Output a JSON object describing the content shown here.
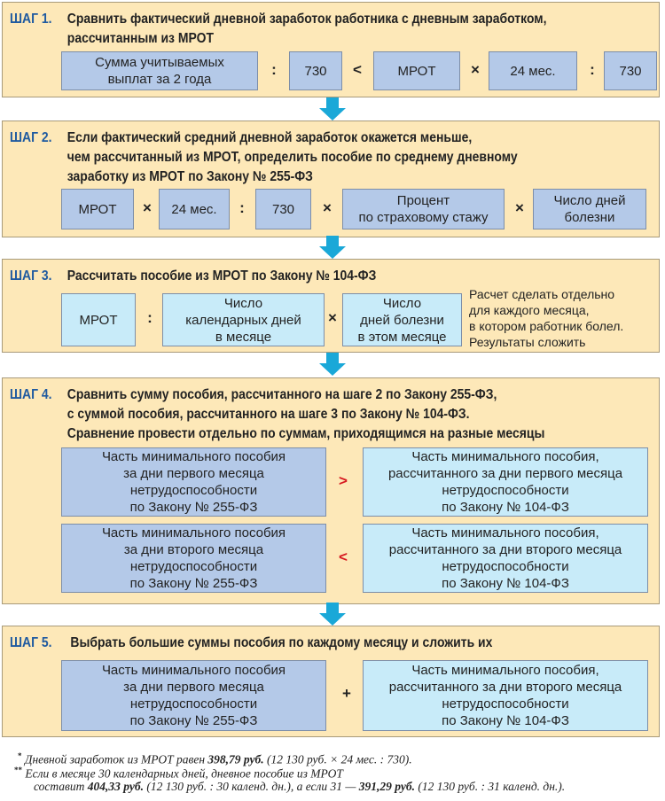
{
  "colors": {
    "background": "#fde8b8",
    "blue_box": "#b4c9e8",
    "cyan_box": "#c8ebf9",
    "step_label": "#1f5aa0",
    "arrow": "#1aa8d8",
    "red_op": "#d71920"
  },
  "steps": [
    {
      "label": "ШАГ 1.",
      "title": "Сравнить фактический дневной заработок работника с дневным заработком,\nрассчитанным из МРОТ",
      "items": [
        "Сумма учитываемых\nвыплат за 2 года",
        ":",
        "730",
        "<",
        "МРОТ",
        "×",
        "24 мес.",
        ":",
        "730"
      ]
    },
    {
      "label": "ШАГ 2.",
      "title": "Если фактический средний дневной заработок окажется меньше,\nчем рассчитанный из МРОТ, определить пособие по среднему дневному\nзаработку из МРОТ по Закону № 255-ФЗ",
      "items": [
        "МРОТ",
        "×",
        "24 мес.",
        ":",
        "730",
        "×",
        "Процент\nпо страховому стажу",
        "×",
        "Число дней\nболезни"
      ]
    },
    {
      "label": "ШАГ 3.",
      "title": "Рассчитать пособие из МРОТ по Закону № 104-ФЗ",
      "items": [
        "МРОТ",
        ":",
        "Число\nкалендарных дней\nв месяце",
        "×",
        "Число\nдней болезни\nв этом месяце"
      ],
      "note": "Расчет сделать отдельно\nдля каждого месяца,\nв котором работник болел.\nРезультаты сложить"
    },
    {
      "label": "ШАГ 4.",
      "title": "Сравнить сумму пособия, рассчитанного на шаге 2 по Закону 255-ФЗ,\nс суммой пособия, рассчитанного на шаге 3 по Закону № 104-ФЗ.\nСравнение провести отдельно по суммам, приходящимся на разные месяцы",
      "items": [
        "Часть минимального пособия\nза дни первого месяца\nнетрудоспособности\nпо Закону № 255-ФЗ",
        ">",
        "Часть минимального пособия,\nрассчитанного за дни первого месяца\nнетрудоспособности\nпо Закону № 104-ФЗ",
        "Часть минимального пособия\nза дни второго месяца\nнетрудоспособности\nпо Закону № 255-ФЗ",
        "<",
        "Часть минимального пособия,\nрассчитанного за дни второго месяца\nнетрудоспособности\nпо Закону № 104-ФЗ"
      ]
    },
    {
      "label": "ШАГ 5.",
      "title": "Выбрать большие суммы пособия по каждому месяцу и сложить их",
      "items": [
        "Часть минимального пособия\nза дни первого месяца\nнетрудоспособности\nпо Закону № 255-ФЗ",
        "+",
        "Часть минимального пособия,\nрассчитанного за дни второго месяца\nнетрудоспособности\nпо Закону № 104-ФЗ"
      ]
    }
  ],
  "footnotes": [
    {
      "mark": "*",
      "a": "Дневной заработок из МРОТ равен ",
      "b": "398,79 руб.",
      "c": " (12 130 руб. × 24 мес.  : 730)."
    },
    {
      "mark": "**",
      "a": "Если в месяце 30 календарных дней, дневное пособие из МРОТ"
    },
    {
      "a": "составит ",
      "b": "404,33 руб.",
      "c": " (12 130 руб. : 30 календ. дн.), а если 31 — ",
      "d": "391,29 руб.",
      "e": " (12 130 руб. : 31 календ. дн.)."
    }
  ]
}
